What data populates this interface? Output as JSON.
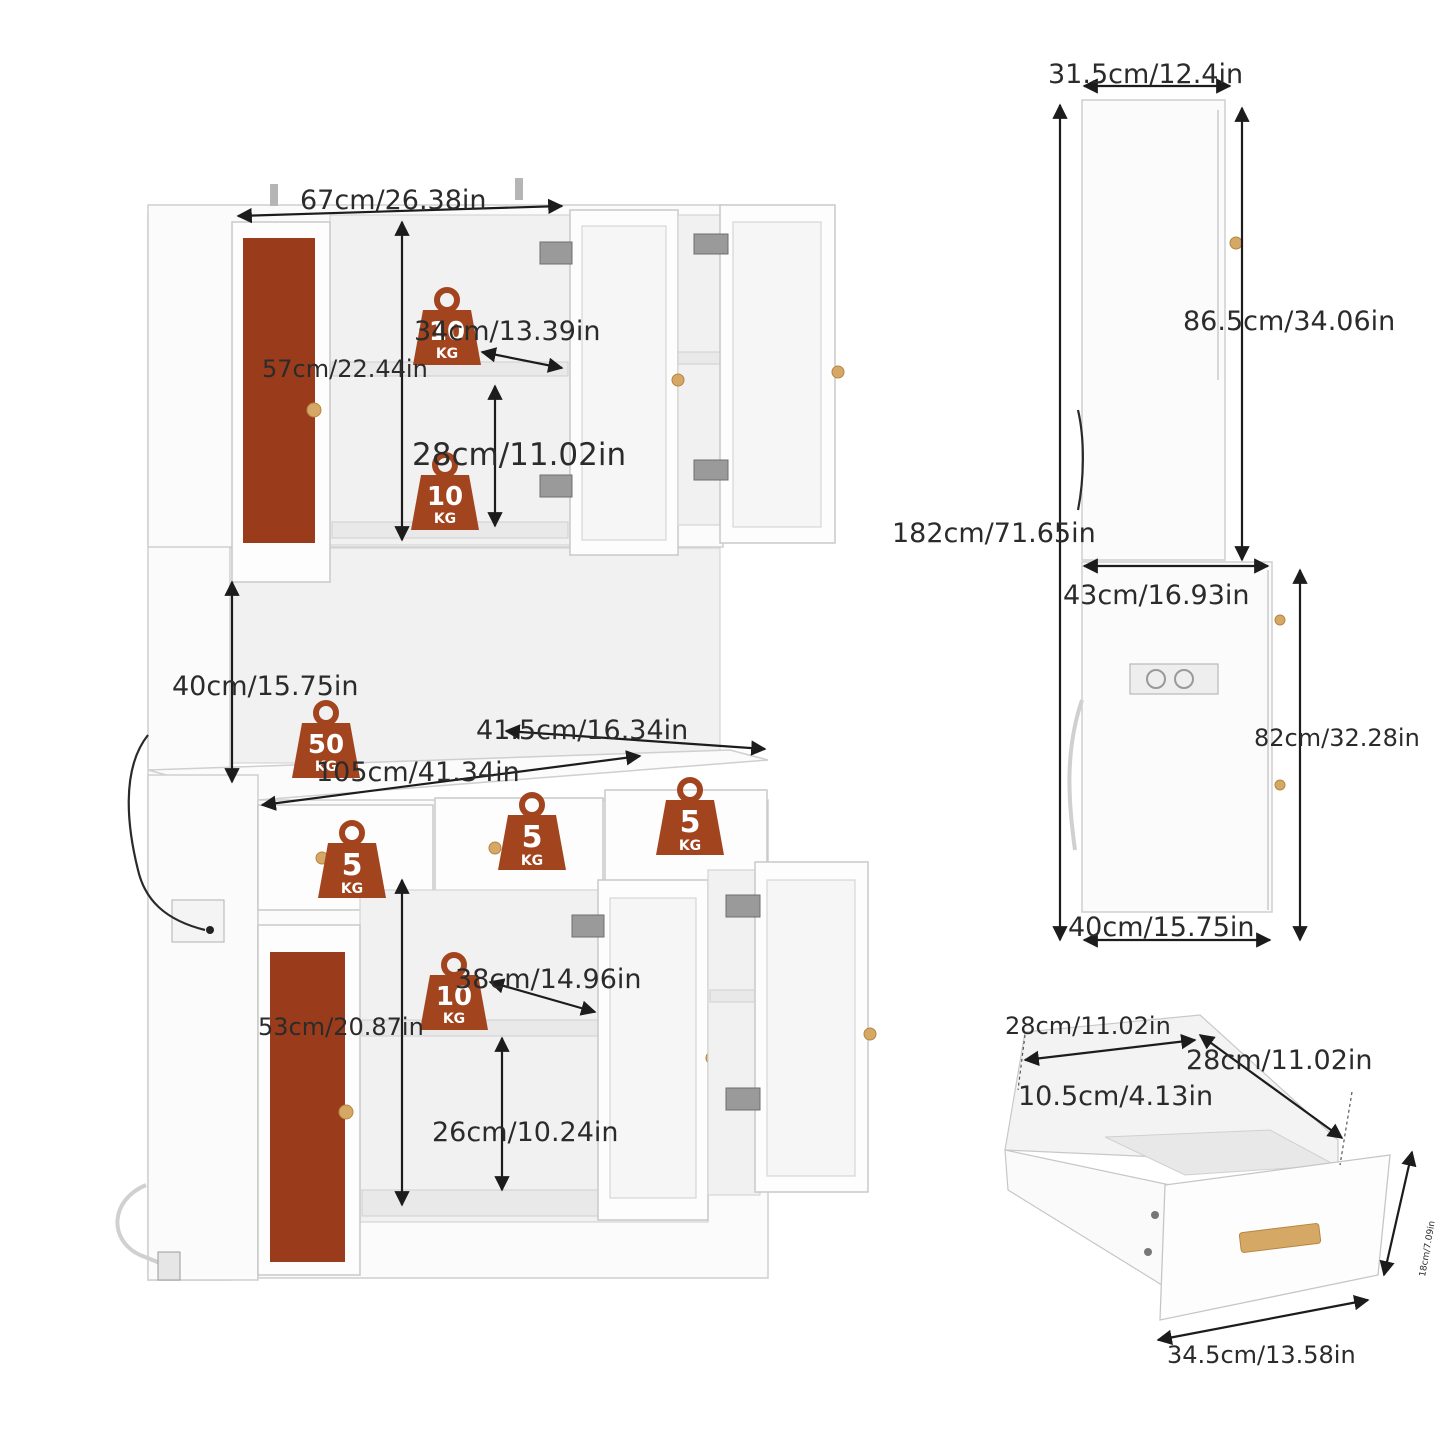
{
  "dimensions": {
    "top_width": "67cm/26.38in",
    "top_height": "57cm/22.44in",
    "top_shelf_depth": "34cm/13.39in",
    "top_lower_height": "28cm/11.02in",
    "open_height": "40cm/15.75in",
    "worktop_depth": "41.5cm/16.34in",
    "total_width": "105cm/41.34in",
    "base_height": "53cm/20.87in",
    "base_shelf_depth": "38cm/14.96in",
    "base_lower_height": "26cm/10.24in",
    "side_top_depth": "31.5cm/12.4in",
    "side_upper_height": "86.5cm/34.06in",
    "side_total_height": "182cm/71.65in",
    "side_base_top_depth": "43cm/16.93in",
    "side_base_height": "82cm/32.28in",
    "side_base_depth": "40cm/15.75in",
    "drawer_inner_width": "28cm/11.02in",
    "drawer_inner_depth": "28cm/11.02in",
    "drawer_inner_height": "10.5cm/4.13in",
    "drawer_front_height": "18cm/7.09in",
    "drawer_front_width": "34.5cm/13.58in"
  },
  "load_badges": {
    "upper_top": {
      "value": "10",
      "unit": "KG"
    },
    "upper_bottom": {
      "value": "10",
      "unit": "KG"
    },
    "worktop": {
      "value": "50",
      "unit": "KG"
    },
    "drawer_left": {
      "value": "5",
      "unit": "KG"
    },
    "drawer_mid": {
      "value": "5",
      "unit": "KG"
    },
    "drawer_right": {
      "value": "5",
      "unit": "KG"
    },
    "base_shelf": {
      "value": "10",
      "unit": "KG"
    }
  },
  "colors": {
    "rattan": "#9a3c1c",
    "badge": "#a2441e",
    "cabinet": "#fbfbfb",
    "knob": "#d6a866"
  }
}
